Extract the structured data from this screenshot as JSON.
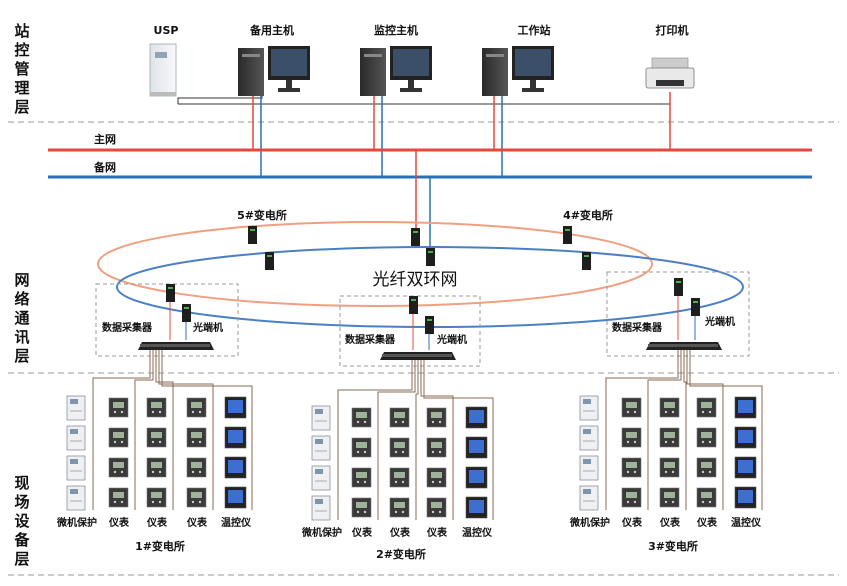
{
  "layers": {
    "station_mgmt": [
      "站",
      "控",
      "管",
      "理",
      "层"
    ],
    "network": [
      "网",
      "络",
      "通",
      "讯",
      "层"
    ],
    "field": [
      "现",
      "场",
      "设",
      "备",
      "层"
    ]
  },
  "top_devices": {
    "ups": "USP",
    "backup_host": "备用主机",
    "monitor_host": "监控主机",
    "workstation": "工作站",
    "printer": "打印机"
  },
  "networks": {
    "main": "主网",
    "backup": "备网"
  },
  "colors": {
    "main_net": "#e8473b",
    "backup_net": "#2b6fb5",
    "ring_outer": "#f0a080",
    "ring_inner": "#4a7fc4"
  },
  "ring": {
    "label": "光纤双环网",
    "sub5": "5#变电所",
    "sub4": "4#变电所"
  },
  "groups": [
    {
      "collector": "数据采集器",
      "optical": "光端机",
      "name": "1#变电所",
      "col_labels": [
        "微机保护",
        "仪表",
        "仪表",
        "仪表",
        "温控仪"
      ]
    },
    {
      "collector": "数据采集器",
      "optical": "光端机",
      "name": "2#变电所",
      "col_labels": [
        "微机保护",
        "仪表",
        "仪表",
        "仪表",
        "温控仪"
      ]
    },
    {
      "collector": "数据采集器",
      "optical": "光端机",
      "name": "3#变电所",
      "col_labels": [
        "微机保护",
        "仪表",
        "仪表",
        "仪表",
        "温控仪"
      ]
    }
  ]
}
